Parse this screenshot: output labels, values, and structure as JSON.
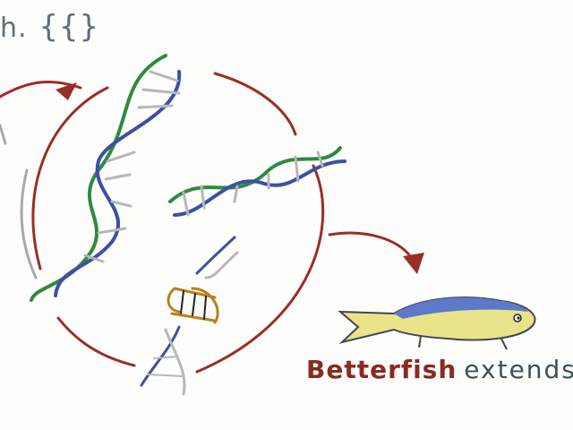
{
  "top_label": {
    "fish_fragment": "h.",
    "braces": "{{}"
  },
  "caption": {
    "brand": "Betterfish",
    "verb": "extends"
  },
  "colors": {
    "arrow": "#9a2e26",
    "arrow_tip": "#9a2e26",
    "dna_blue": "#3d4fa6",
    "dna_green": "#2f8a3e",
    "dna_rung": "#b7b7b7",
    "fish_body": "#e9e48a",
    "fish_back": "#5d79c9",
    "fish_outline": "#445",
    "brace": "#5d6f7a",
    "caption_brand": "#8b2a22",
    "caption_text": "#3f5058",
    "strand_orange": "#b8801e"
  },
  "icons": [
    "dna-helix",
    "fish-icon",
    "arrow-icon"
  ]
}
